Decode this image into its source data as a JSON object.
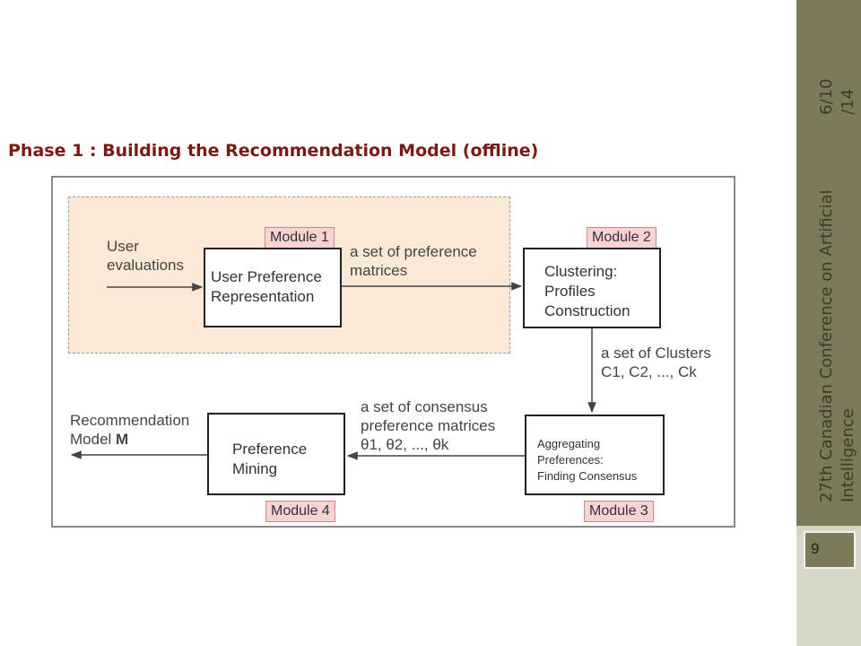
{
  "slide": {
    "title": "Phase 1 : Building the Recommendation Model  (offline)"
  },
  "sidebar": {
    "conference_line1": "27th Canadian Conference on Artificial",
    "conference_line2": "Intelligence",
    "date_line1": "6/10",
    "date_line2": "/14",
    "page_number": "9"
  },
  "diagram": {
    "input": {
      "line1": "User",
      "line2": "evaluations"
    },
    "modules": {
      "m1": {
        "tag": "Module 1",
        "line1": "User Preference",
        "line2": "Representation"
      },
      "m2": {
        "tag": "Module 2",
        "line1": "Clustering:",
        "line2": "Profiles",
        "line3": "Construction"
      },
      "m3": {
        "tag": "Module 3",
        "line1": "Aggregating",
        "line2": "Preferences:",
        "line3": "Finding Consensus"
      },
      "m4": {
        "tag": "Module 4",
        "line1": "Preference",
        "line2": "Mining"
      }
    },
    "edges": {
      "e12": {
        "line1": "a set of preference",
        "line2": "matrices"
      },
      "e23": {
        "line1": "a set of Clusters",
        "line2": "C1, C2, ..., Ck"
      },
      "e34": {
        "line1": "a set of consensus",
        "line2": "preference matrices",
        "line3": "θ1, θ2, ..., θk"
      }
    },
    "output": {
      "line1": "Recommendation",
      "line2_prefix": "Model ",
      "line2_bold": "M"
    }
  },
  "colors": {
    "title": "#7b1a12",
    "highlight": "#fbe8d6",
    "module_tag": "#f7d3d3",
    "sidebar": "#7d7a5b"
  }
}
